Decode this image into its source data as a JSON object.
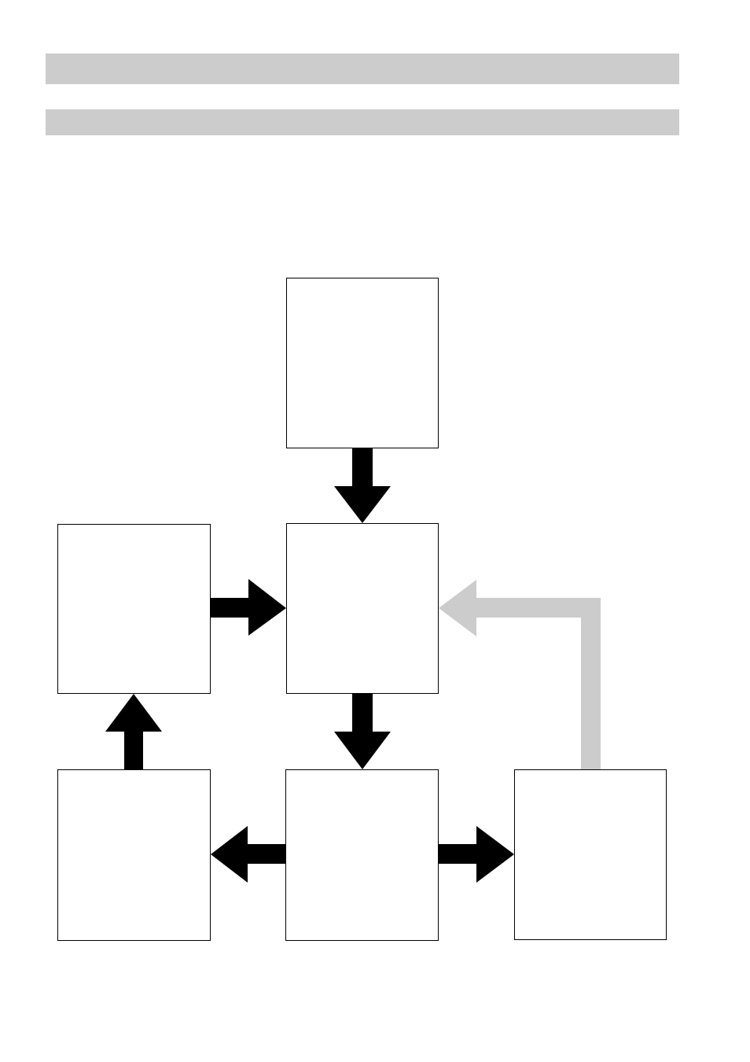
{
  "header": {
    "title_bar": "",
    "subtitle_bar": ""
  },
  "colors": {
    "bar": "#cccccc",
    "arrow": "#000000",
    "feedback_arrow": "#cccccc",
    "box_border": "#000000"
  },
  "diagram": {
    "boxes": {
      "top": "",
      "center": "",
      "left": "",
      "bottom_left": "",
      "bottom_center": "",
      "bottom_right": ""
    },
    "arrows": [
      {
        "from": "top",
        "to": "center",
        "color": "black"
      },
      {
        "from": "left",
        "to": "center",
        "color": "black"
      },
      {
        "from": "center",
        "to": "bottom_center",
        "color": "black"
      },
      {
        "from": "bottom_center",
        "to": "bottom_left",
        "color": "black"
      },
      {
        "from": "bottom_center",
        "to": "bottom_right",
        "color": "black"
      },
      {
        "from": "bottom_left",
        "to": "left",
        "color": "black"
      },
      {
        "from": "bottom_right",
        "to": "center",
        "color": "gray"
      }
    ]
  }
}
